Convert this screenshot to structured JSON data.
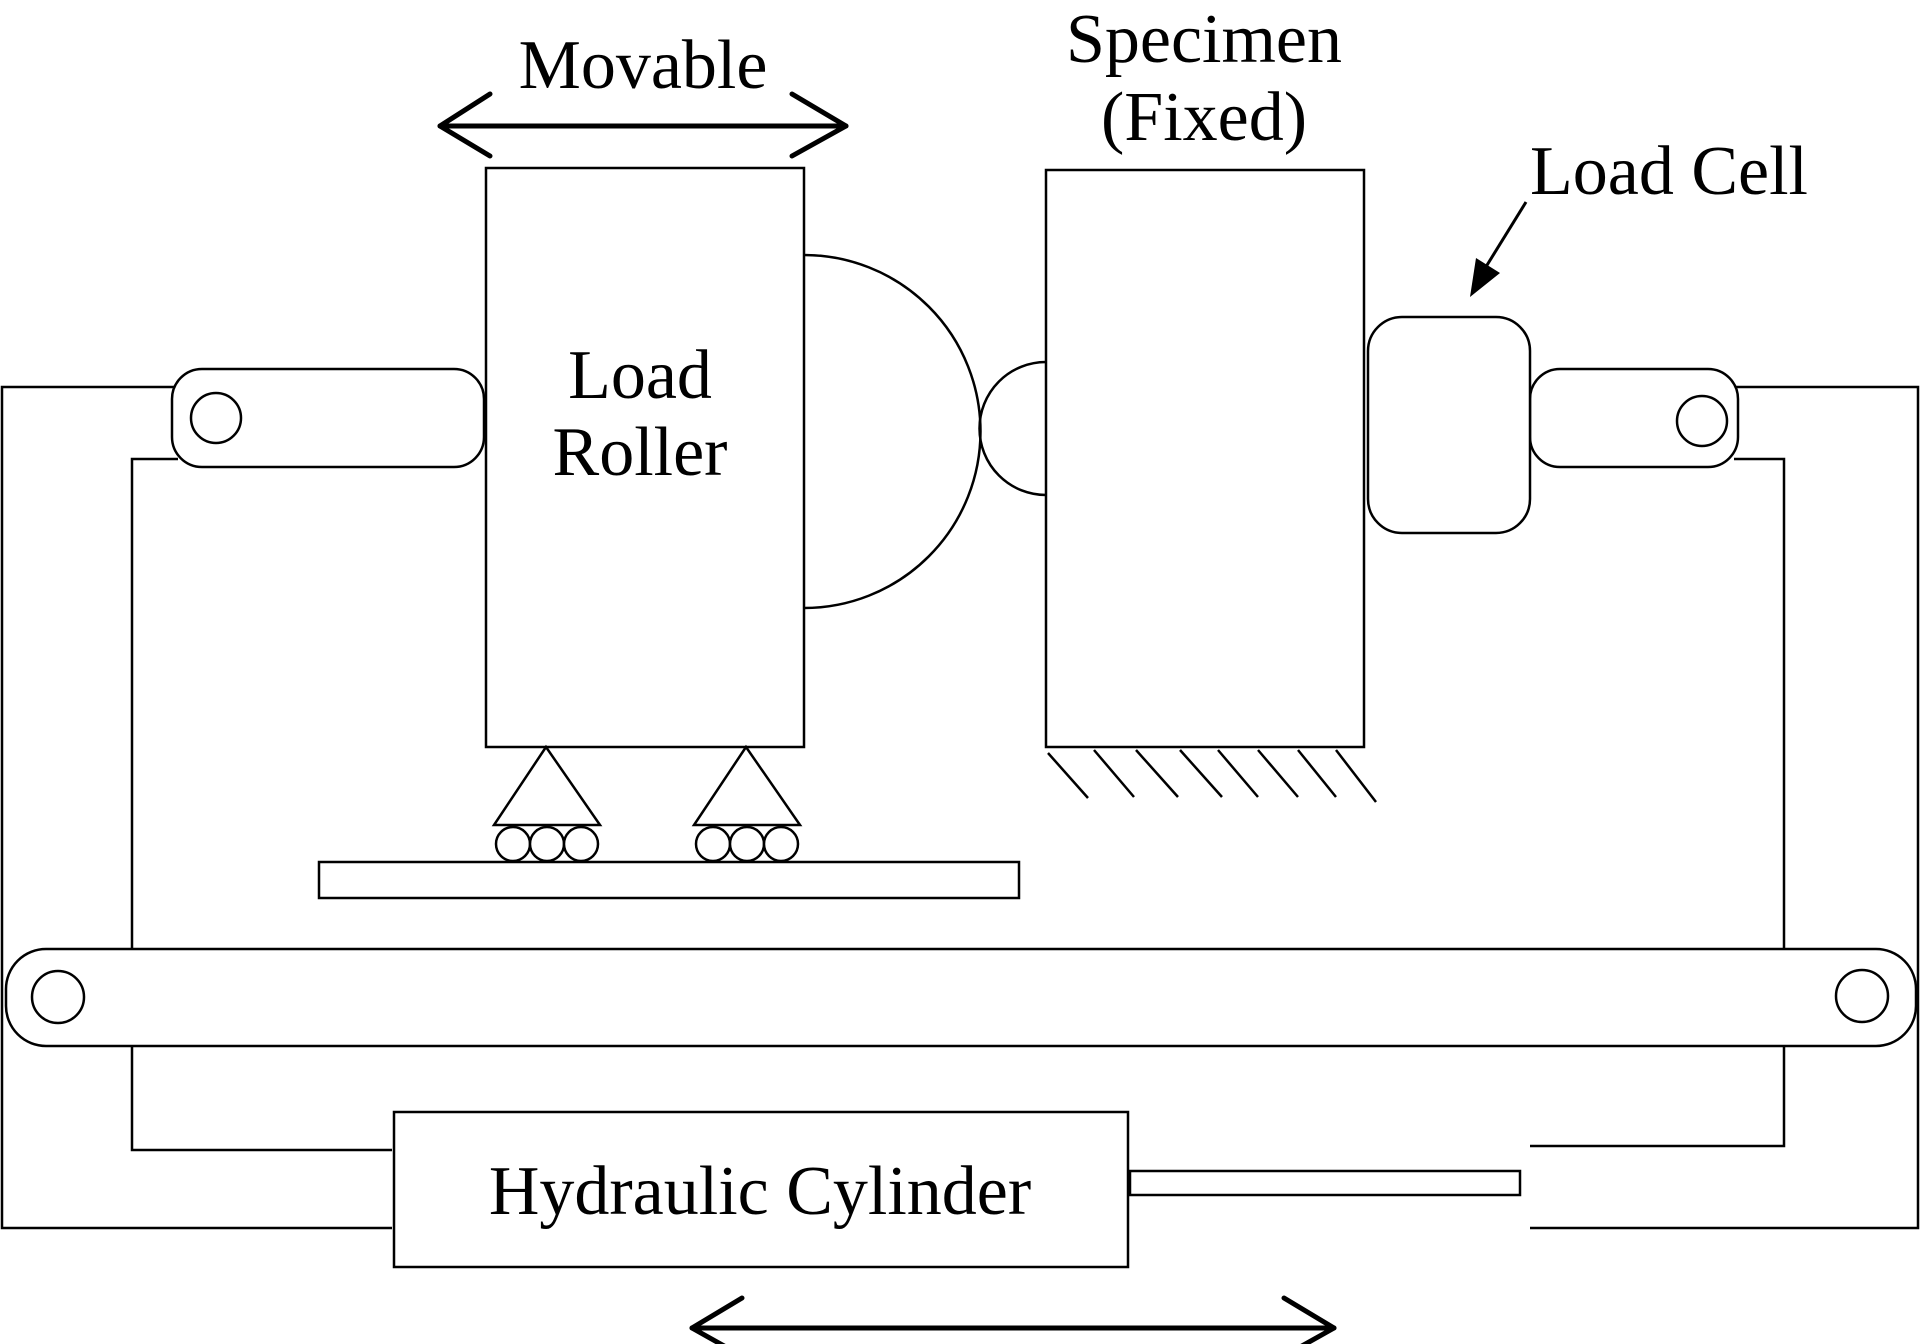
{
  "labels": {
    "movable": "Movable",
    "specimen_line1": "Specimen",
    "specimen_line2": "(Fixed)",
    "load_cell": "Load Cell",
    "load_roller_line1": "Load",
    "load_roller_line2": "Roller",
    "hydraulic_cylinder": "Hydraulic Cylinder"
  }
}
